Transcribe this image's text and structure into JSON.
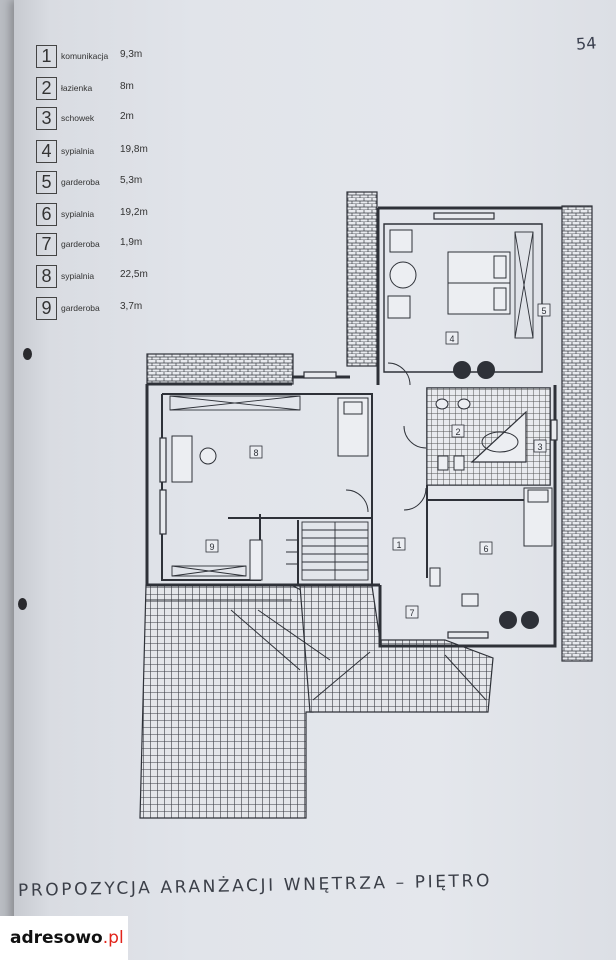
{
  "page_number": "54",
  "legend": [
    {
      "num": "1",
      "name": "komunikacja",
      "area": "9,3m"
    },
    {
      "num": "2",
      "name": "łazienka",
      "area": "8m"
    },
    {
      "num": "3",
      "name": "schowek",
      "area": "2m"
    },
    {
      "num": "4",
      "name": "sypialnia",
      "area": "19,8m"
    },
    {
      "num": "5",
      "name": "garderoba",
      "area": "5,3m"
    },
    {
      "num": "6",
      "name": "sypialnia",
      "area": "19,2m"
    },
    {
      "num": "7",
      "name": "garderoba",
      "area": "1,9m"
    },
    {
      "num": "8",
      "name": "sypialnia",
      "area": "22,5m"
    },
    {
      "num": "9",
      "name": "garderoba",
      "area": "3,7m"
    }
  ],
  "rooms": [
    {
      "num": "1"
    },
    {
      "num": "2"
    },
    {
      "num": "3"
    },
    {
      "num": "4"
    },
    {
      "num": "5"
    },
    {
      "num": "6"
    },
    {
      "num": "7"
    },
    {
      "num": "8"
    },
    {
      "num": "9"
    }
  ],
  "caption": "PROPOZYCJA ARANŻACJI WNĘTRZA – PIĘTRO",
  "watermark": {
    "brand": "adresowo",
    "tld": ".pl"
  },
  "colors": {
    "paper": "#e2e5ea",
    "ink": "#2e3138",
    "watermark_accent": "#e2231a"
  }
}
